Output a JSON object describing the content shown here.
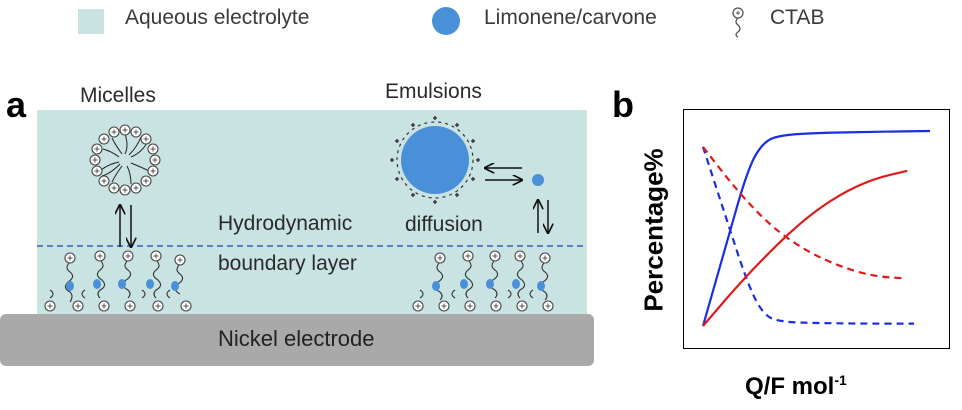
{
  "legend": {
    "items": [
      {
        "label": "Aqueous electrolyte",
        "icon": "square-swatch-icon",
        "color": "#c9e3e2"
      },
      {
        "label": "Limonene/carvone",
        "icon": "droplet-icon",
        "color": "#4a90d9"
      },
      {
        "label": "CTAB",
        "icon": "surfactant-icon",
        "color": "#555555"
      }
    ]
  },
  "panel_a": {
    "letter": "a",
    "micelles_label": "Micelles",
    "emulsions_label": "Emulsions",
    "hydrodynamic_label": "Hydrodynamic",
    "boundary_label": "boundary layer",
    "diffusion_label": "diffusion",
    "electrode_label": "Nickel electrode",
    "colors": {
      "electrolyte": "#c9e3e2",
      "electrode": "#a9a9a9",
      "boundary_line": "#3b5fb5",
      "droplet": "#4a90d9"
    }
  },
  "panel_b": {
    "letter": "b",
    "ylabel": "Percentage%",
    "xlabel_main": "Q/F mol",
    "xlabel_sup": "-1"
  },
  "chart_data": {
    "type": "line",
    "title": "",
    "xlabel": "Q/F mol-1",
    "ylabel": "Percentage%",
    "xlim": [
      0,
      1
    ],
    "ylim": [
      0,
      1
    ],
    "grid": false,
    "series": [
      {
        "color": "#1a2fe0",
        "style": "solid",
        "x": [
          0,
          0.1,
          0.2,
          0.27,
          0.35,
          0.5,
          0.7,
          1.0
        ],
        "y": [
          0,
          0.4,
          0.8,
          0.93,
          0.96,
          0.97,
          0.975,
          0.98
        ]
      },
      {
        "color": "#1a2fe0",
        "style": "dashed",
        "x": [
          0,
          0.1,
          0.2,
          0.27,
          0.35,
          0.5,
          0.7,
          0.93
        ],
        "y": [
          0.9,
          0.55,
          0.2,
          0.05,
          0.02,
          0.015,
          0.012,
          0.012
        ]
      },
      {
        "color": "#e01a1a",
        "style": "solid",
        "x": [
          0,
          0.15,
          0.3,
          0.45,
          0.6,
          0.75,
          0.9
        ],
        "y": [
          0,
          0.2,
          0.38,
          0.54,
          0.66,
          0.74,
          0.78
        ]
      },
      {
        "color": "#e01a1a",
        "style": "dashed",
        "x": [
          0,
          0.15,
          0.3,
          0.45,
          0.6,
          0.75,
          0.88
        ],
        "y": [
          0.9,
          0.68,
          0.5,
          0.38,
          0.3,
          0.25,
          0.24
        ]
      }
    ]
  }
}
